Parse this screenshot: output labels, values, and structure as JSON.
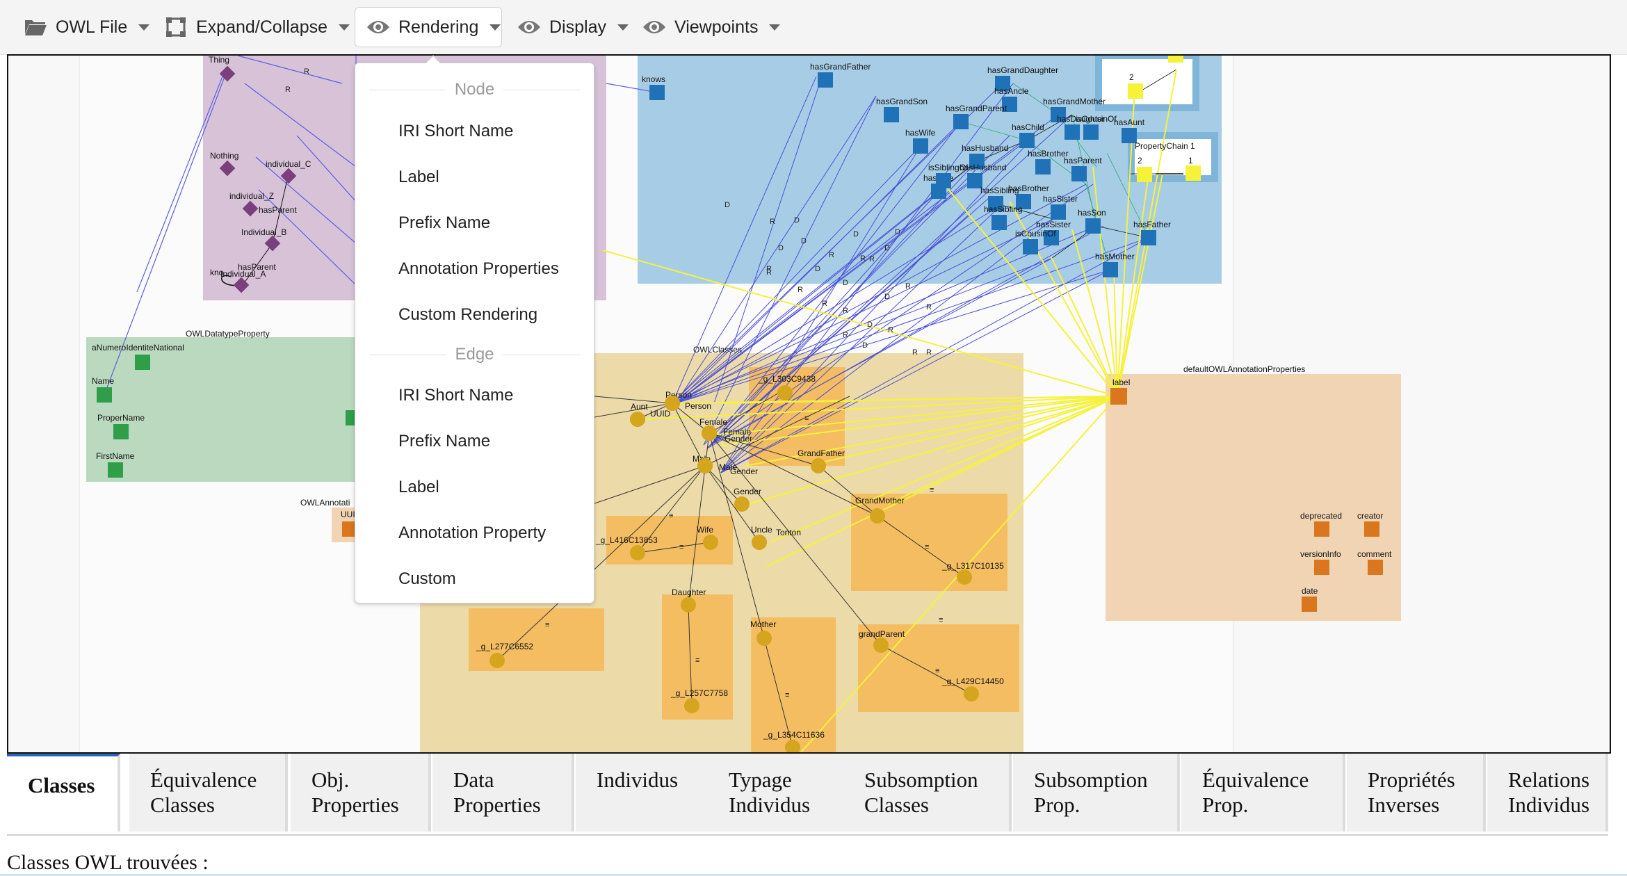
{
  "toolbar": {
    "buttons": [
      {
        "label": "OWL File",
        "icon": "folder-icon"
      },
      {
        "label": "Expand/Collapse",
        "icon": "expand-collapse-icon"
      },
      {
        "label": "Rendering",
        "icon": "eye-icon",
        "active": true
      },
      {
        "label": "Display",
        "icon": "eye-icon"
      },
      {
        "label": "Viewpoints",
        "icon": "eye-icon"
      }
    ]
  },
  "rendering_menu": {
    "node_header": "Node",
    "node_items": [
      "IRI Short Name",
      "Label",
      "Prefix Name",
      "Annotation Properties",
      "Custom Rendering"
    ],
    "edge_header": "Edge",
    "edge_items": [
      "IRI Short Name",
      "Prefix Name",
      "Label",
      "Annotation Property",
      "Custom"
    ]
  },
  "graph": {
    "group_labels": {
      "datatype": "OWLDatatypeProperty",
      "classes": "OWLClasses",
      "annotation_left": "OWLAnnotati",
      "annotation_right": "defaultOWLAnnotationProperties"
    },
    "individual_nodes": [
      {
        "label": "Thing"
      },
      {
        "label": "Nothing"
      },
      {
        "label": "individual_C"
      },
      {
        "label": "individual_Z"
      },
      {
        "label": "hasParent"
      },
      {
        "label": "Individual_B"
      },
      {
        "label": "hasParent"
      },
      {
        "label": "Individual_A"
      },
      {
        "label": "kno"
      }
    ],
    "datatype_nodes": [
      {
        "label": "aNumeroIdentiteNational"
      },
      {
        "label": "Name"
      },
      {
        "label": "ProperName"
      },
      {
        "label": "FirstName"
      }
    ],
    "object_nodes": [
      {
        "label": "knows"
      },
      {
        "label": "hasGrandFather"
      },
      {
        "label": "hasGrandSon"
      },
      {
        "label": "hasGrandDaughter"
      },
      {
        "label": "hasAncle"
      },
      {
        "label": "hasGrandParent"
      },
      {
        "label": "hasGrandMother"
      },
      {
        "label": "hasWife"
      },
      {
        "label": "hasHusband"
      },
      {
        "label": "hasChild"
      },
      {
        "label": "hasDaughter"
      },
      {
        "label": "isCousinOf"
      },
      {
        "label": "hasAunt"
      },
      {
        "label": "hasBrother"
      },
      {
        "label": "hasParent"
      },
      {
        "label": "hasWife"
      },
      {
        "label": "isSiblingOf"
      },
      {
        "label": "hasHusband"
      },
      {
        "label": "hasSibling"
      },
      {
        "label": "hasBrother"
      },
      {
        "label": "hasSister"
      },
      {
        "label": "hasSon"
      },
      {
        "label": "hasFather"
      },
      {
        "label": "hasSibling"
      },
      {
        "label": "hasSister"
      },
      {
        "label": "isCousinOf"
      },
      {
        "label": "hasMother"
      }
    ],
    "chain_labels": {
      "chain": "PropertyChain 1",
      "n1": "1",
      "n2": "2",
      "top2": "2"
    },
    "class_nodes": [
      {
        "label": "Person"
      },
      {
        "label": "Person"
      },
      {
        "label": "_g_L303C9438"
      },
      {
        "label": "Aunt"
      },
      {
        "label": "UUID"
      },
      {
        "label": "Female"
      },
      {
        "label": "Female"
      },
      {
        "label": "Gender"
      },
      {
        "label": "GrandFather"
      },
      {
        "label": "Male"
      },
      {
        "label": "Male"
      },
      {
        "label": "Gender"
      },
      {
        "label": "Gender"
      },
      {
        "label": "GrandMother"
      },
      {
        "label": "_g_L416C13853"
      },
      {
        "label": "Wife"
      },
      {
        "label": "Uncle"
      },
      {
        "label": "Tonton"
      },
      {
        "label": "_g_L317C10135"
      },
      {
        "label": "Daughter"
      },
      {
        "label": "_g_L277C6552"
      },
      {
        "label": "Mother"
      },
      {
        "label": "grandParent"
      },
      {
        "label": "_g_L257C7758"
      },
      {
        "label": "_g_L429C14450"
      },
      {
        "label": "_g_L354C11636"
      }
    ],
    "annotation_nodes": [
      {
        "label": "label"
      },
      {
        "label": "deprecated"
      },
      {
        "label": "creator"
      },
      {
        "label": "versionInfo"
      },
      {
        "label": "comment"
      },
      {
        "label": "date"
      },
      {
        "label": "UUI"
      }
    ],
    "edge_labels": {
      "range": "R",
      "domain": "D",
      "equiv": "≡"
    },
    "colors": {
      "individual": "#7b3f7d",
      "datatype": "#2e9e48",
      "object": "#1f72b8",
      "class_node": "#d5a51e",
      "annotation": "#d9761e",
      "annotation_edge": "#f6f23a",
      "blue_edge": "#4a4ed8"
    }
  },
  "tabs": [
    {
      "label": "Classes",
      "active": true
    },
    {
      "label": "Équivalence Classes"
    },
    {
      "label": "Obj. Properties"
    },
    {
      "label": "Data Properties"
    },
    {
      "label": "Individus"
    },
    {
      "label": "Typage Individus"
    },
    {
      "label": "Subsomption Classes"
    },
    {
      "label": "Subsomption Prop."
    },
    {
      "label": "Équivalence Prop."
    },
    {
      "label": "Propriétés Inverses"
    },
    {
      "label": "Relations Individus"
    }
  ],
  "footer": {
    "text": "Classes OWL trouvées :"
  }
}
